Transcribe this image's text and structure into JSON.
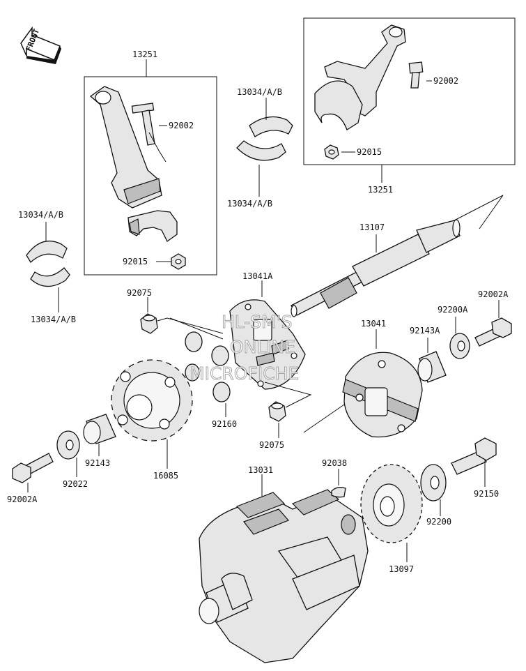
{
  "front_arrow": {
    "label": "FRONT"
  },
  "watermark": {
    "line1": "HL-SM'S",
    "line2": "ONLINE",
    "line3": "MICROFICHE"
  },
  "labels": {
    "conrod_left": "13251",
    "bolt_left": "92002",
    "nut_left": "92015",
    "bearing_left_top": "13034/A/B",
    "bearing_left_bottom": "13034/A/B",
    "bearing_mid_top": "13034/A/B",
    "bearing_mid_bottom": "13034/A/B",
    "bolt_right": "92002",
    "nut_right": "92015",
    "conrod_right": "13251",
    "shaft": "13107",
    "coupling_a": "13041A",
    "pin_top": "92075",
    "pin_bottom": "92075",
    "rubber_damper": "92160",
    "coupling": "13041",
    "bolt_a_right": "92002A",
    "washer_a": "92200A",
    "collar_a": "92143A",
    "sprocket": "16085",
    "collar": "92143",
    "washer_left": "92022",
    "bolt_a_left": "92002A",
    "crankshaft": "13031",
    "key": "92038",
    "gear": "13097",
    "washer_right": "92200",
    "bolt_right_lower": "92150"
  }
}
